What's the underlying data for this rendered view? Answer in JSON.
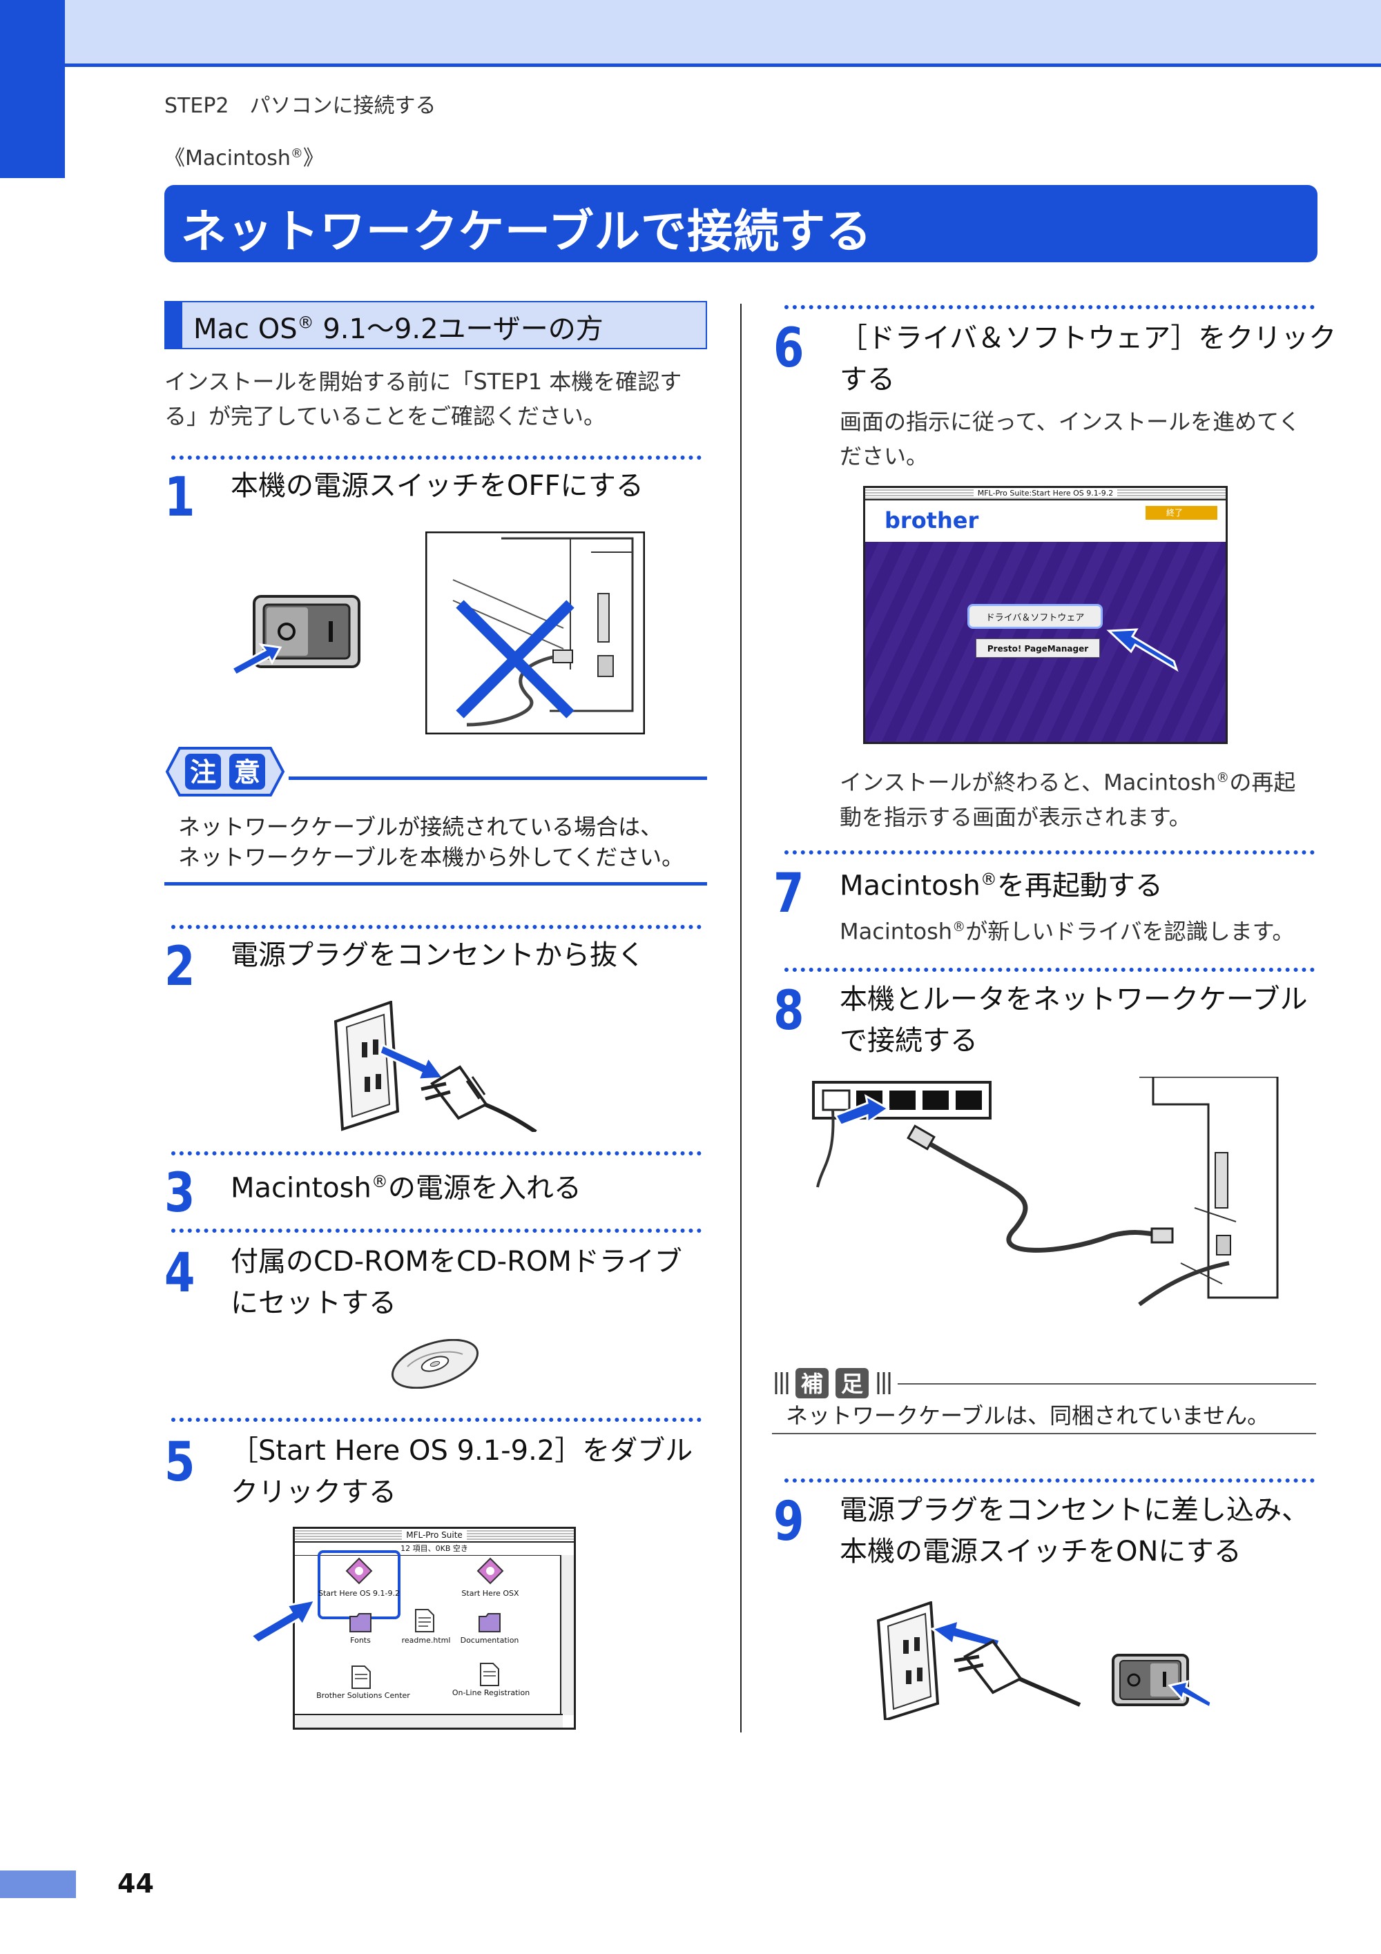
{
  "header": {
    "breadcrumb": "STEP2　パソコンに接続する",
    "os_label_pre": "《Macintosh",
    "os_label_reg": "®",
    "os_label_post": "》"
  },
  "banner_title": "ネットワークケーブルで接続する",
  "subsection": {
    "pre": "Mac OS",
    "reg": "®",
    "post": " 9.1～9.2ユーザーの方"
  },
  "intro": [
    "インストールを開始する前に「STEP1 本機を確認す",
    "る」が完了していることをご確認ください。"
  ],
  "steps": {
    "s1": {
      "num": "1",
      "title": "本機の電源スイッチをOFFにする"
    },
    "s2": {
      "num": "2",
      "title": "電源プラグをコンセントから抜く"
    },
    "s3": {
      "num": "3",
      "title_pre": "Macintosh",
      "reg": "®",
      "title_post": "の電源を入れる"
    },
    "s4": {
      "num": "4",
      "title_lines": [
        "付属のCD-ROMをCD-ROMドライブ",
        "にセットする"
      ]
    },
    "s5": {
      "num": "5",
      "title_lines": [
        "［Start Here OS 9.1-9.2］をダブル",
        "クリックする"
      ]
    },
    "s6": {
      "num": "6",
      "title_lines": [
        "［ドライバ＆ソフトウェア］をクリック",
        "する"
      ],
      "body": [
        "画面の指示に従って、インストールを進めてく",
        "ださい。"
      ],
      "after_pre": "インストールが終わると、Macintosh",
      "after_reg": "®",
      "after_post": "の再起",
      "after_line2": "動を指示する画面が表示されます。"
    },
    "s7": {
      "num": "7",
      "title_pre": "Macintosh",
      "reg": "®",
      "title_post": "を再起動する",
      "body_pre": "Macintosh",
      "body_reg": "®",
      "body_post": "が新しいドライバを認識します。"
    },
    "s8": {
      "num": "8",
      "title_lines": [
        "本機とルータをネットワークケーブル",
        "で接続する"
      ]
    },
    "s9": {
      "num": "9",
      "title_lines": [
        "電源プラグをコンセントに差し込み、",
        "本機の電源スイッチをONにする"
      ]
    }
  },
  "caution": {
    "badge": [
      "注",
      "意"
    ],
    "text": [
      "ネットワークケーブルが接続されている場合は、",
      "ネットワークケーブルを本機から外してください。"
    ]
  },
  "note": {
    "badge": [
      "補",
      "足"
    ],
    "text": "ネットワークケーブルは、同梱されていません。"
  },
  "installer_window": {
    "title": "MFL-Pro Suite:Start Here OS 9.1-9.2",
    "logo": "brother",
    "quit": "終了",
    "btn_driver": "ドライバ＆ソフトウェア",
    "btn_presto": "Presto! PageManager"
  },
  "finder_window": {
    "title": "MFL-Pro Suite",
    "info": "12 項目、0KB 空き",
    "icons": [
      "Start Here OS 9.1-9.2",
      "Start Here OSX",
      "Fonts",
      "readme.html",
      "Documentation",
      "Brother Solutions Center",
      "On-Line Registration"
    ]
  },
  "page_number": "44",
  "colors": {
    "accent": "#1a4fd8",
    "band": "#cfdcfa",
    "subhead_bg": "#d3def8",
    "installer_bg": "#3a1e86",
    "quit_bg": "#e8a800"
  }
}
